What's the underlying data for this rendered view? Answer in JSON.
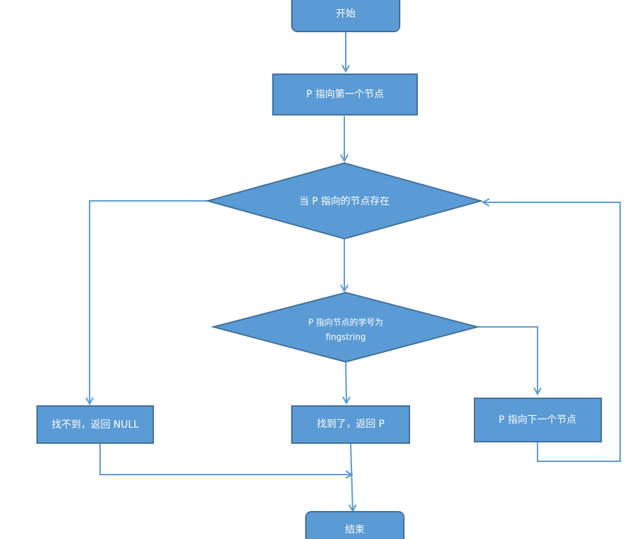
{
  "colors": {
    "node_fill": "#5b9bd5",
    "node_stroke": "#41719c",
    "edge": "#5b9bd5",
    "text": "#ffffff",
    "background": "#ffffff"
  },
  "nodes": {
    "start": {
      "shape": "rounded-rect",
      "label": "开始"
    },
    "p_first": {
      "shape": "rect",
      "label": "P 指向第一个节点"
    },
    "cond_exists": {
      "shape": "diamond",
      "label": "当 P 指向的节点存在"
    },
    "cond_match": {
      "shape": "diamond",
      "label_line1": "P 指向节点的学号为",
      "label_line2": "fingstring"
    },
    "not_found": {
      "shape": "rect",
      "label": "找不到，返回 NULL"
    },
    "found": {
      "shape": "rect",
      "label": "找到了，返回 P"
    },
    "p_next": {
      "shape": "rect",
      "label": "P 指向下一个节点"
    },
    "end": {
      "shape": "rounded-rect",
      "label": "结束"
    }
  },
  "edges": [
    {
      "from": "start",
      "to": "p_first"
    },
    {
      "from": "p_first",
      "to": "cond_exists"
    },
    {
      "from": "cond_exists",
      "to": "cond_match"
    },
    {
      "from": "cond_exists",
      "to": "not_found"
    },
    {
      "from": "cond_match",
      "to": "found"
    },
    {
      "from": "cond_match",
      "to": "p_next"
    },
    {
      "from": "p_next",
      "to": "cond_exists"
    },
    {
      "from": "not_found",
      "to": "end"
    },
    {
      "from": "found",
      "to": "end"
    }
  ]
}
